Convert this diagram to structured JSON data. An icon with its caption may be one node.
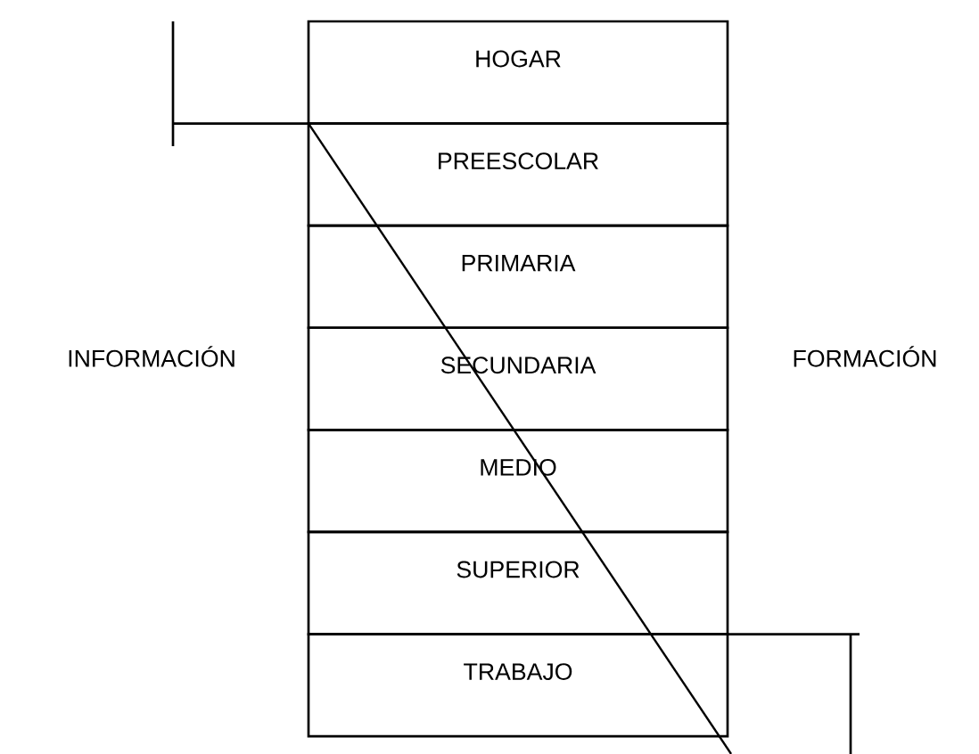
{
  "diagram": {
    "nodes": [
      {
        "text": [
          "HOGAR"
        ]
      },
      {
        "text": [
          "PREESCOLAR"
        ]
      },
      {
        "text": [
          "PRIMARIA"
        ]
      },
      {
        "text": [
          "SECUNDARIA"
        ]
      },
      {
        "text": [
          "MEDIO"
        ]
      },
      {
        "text": [
          "SUPERIOR"
        ]
      },
      {
        "text": [
          "TRABAJO"
        ]
      }
    ],
    "labels": [
      "INFORMACIÓN",
      "FORMACIÓN"
    ]
  }
}
